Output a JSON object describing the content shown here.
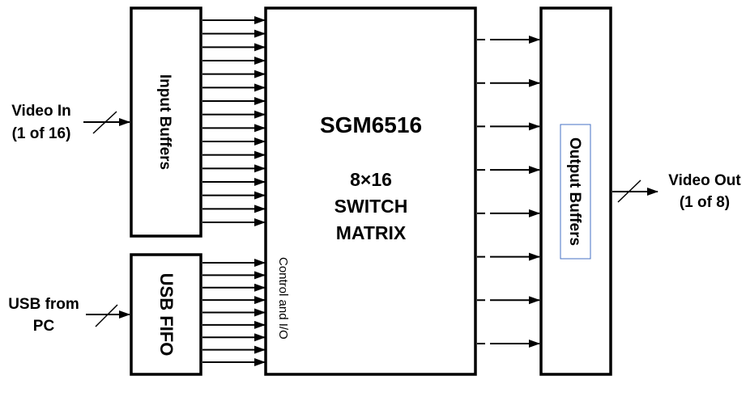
{
  "diagram": {
    "title": "SGM6516",
    "subtitle_lines": [
      "8×16",
      "SWITCH",
      "MATRIX"
    ],
    "blocks": {
      "input_buffers": {
        "label": "Input Buffers",
        "output_lines": 16
      },
      "usb_fifo": {
        "label": "USB FIFO",
        "output_lines": 9
      },
      "switch_matrix": {
        "label": "SGM6516",
        "control_label": "Control and I/O"
      },
      "output_buffers": {
        "label": "Output Buffers",
        "input_lines": 8,
        "label_border_color": "#4472c4"
      }
    },
    "external": {
      "video_in": [
        "Video In",
        "(1 of 16)"
      ],
      "usb_in": [
        "USB from",
        "PC"
      ],
      "video_out": [
        "Video Out",
        "(1 of 8)"
      ]
    },
    "colors": {
      "stroke": "#000000",
      "background": "#ffffff"
    }
  }
}
